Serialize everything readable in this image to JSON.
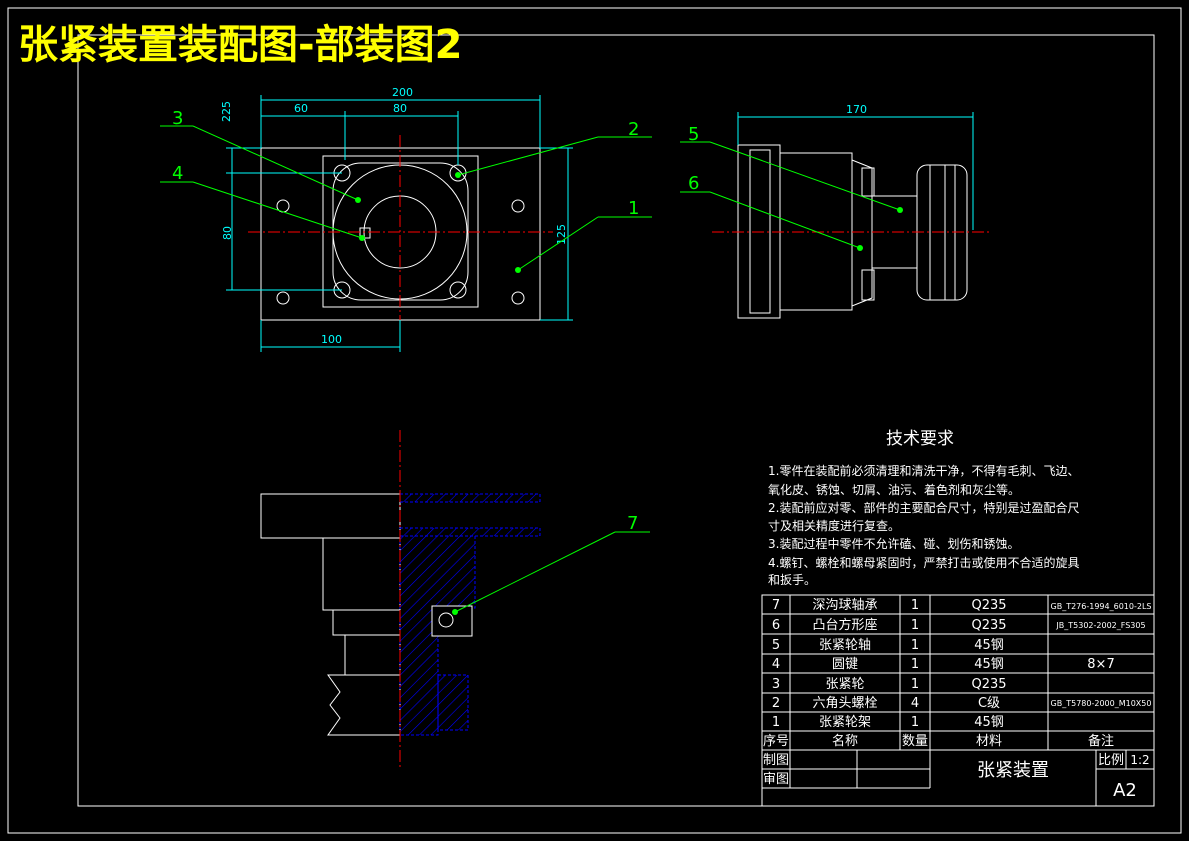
{
  "sheet_title": "张紧装置装配图-部装图2",
  "dims": {
    "top_width": "200",
    "left_60": "60",
    "mid_80": "80",
    "left_225": "225",
    "left_80v": "80",
    "right_125": "125",
    "bottom_100": "100",
    "side_170": "170"
  },
  "balloons": [
    "1",
    "2",
    "3",
    "4",
    "5",
    "6",
    "7"
  ],
  "tech": {
    "heading": "技术要求",
    "lines": [
      "1.零件在装配前必须清理和清洗干净，不得有毛刺、飞边、",
      "氧化皮、锈蚀、切屑、油污、着色剂和灰尘等。",
      "2.装配前应对零、部件的主要配合尺寸，特别是过盈配合尺",
      "寸及相关精度进行复查。",
      "3.装配过程中零件不允许磕、碰、划伤和锈蚀。",
      "4.螺钉、螺栓和螺母紧固时，严禁打击或使用不合适的旋具",
      "和扳手。"
    ]
  },
  "bom": {
    "header": {
      "no": "序号",
      "name": "名称",
      "qty": "数量",
      "material": "材料",
      "remark": "备注"
    },
    "rows": [
      {
        "no": "7",
        "name": "深沟球轴承",
        "qty": "1",
        "material": "Q235",
        "remark": "GB_T276-1994_6010-2LS"
      },
      {
        "no": "6",
        "name": "凸台方形座",
        "qty": "1",
        "material": "Q235",
        "remark": "JB_T5302-2002_FS305"
      },
      {
        "no": "5",
        "name": "张紧轮轴",
        "qty": "1",
        "material": "45钢",
        "remark": ""
      },
      {
        "no": "4",
        "name": "圆键",
        "qty": "1",
        "material": "45钢",
        "remark": "8×7"
      },
      {
        "no": "3",
        "name": "张紧轮",
        "qty": "1",
        "material": "Q235",
        "remark": ""
      },
      {
        "no": "2",
        "name": "六角头螺栓",
        "qty": "4",
        "material": "C级",
        "remark": "GB_T5780-2000_M10X50"
      },
      {
        "no": "1",
        "name": "张紧轮架",
        "qty": "1",
        "material": "45钢",
        "remark": ""
      }
    ]
  },
  "titleblock": {
    "draw_label": "制图",
    "check_label": "审图",
    "name": "张紧装置",
    "scale_label": "比例",
    "scale_value": "1:2",
    "sheet_size": "A2"
  },
  "colors": {
    "background": "#000000",
    "line": "#ffffff",
    "dimension": "#00ffff",
    "leader": "#00ff00",
    "centerline": "#ff0000",
    "hatch": "#0000ff",
    "title": "#ffff00"
  }
}
